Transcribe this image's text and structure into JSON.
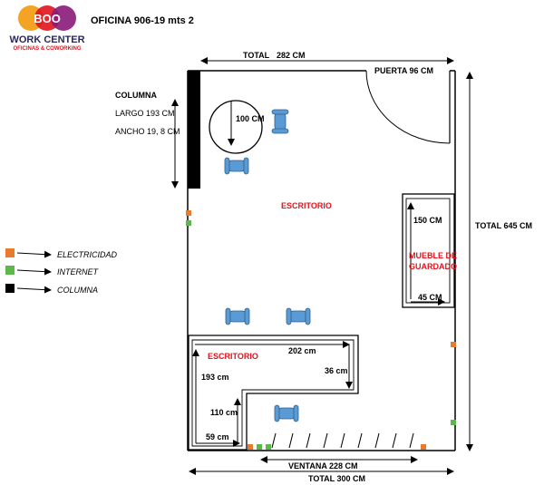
{
  "header": {
    "logo_text": "BOO",
    "brand_name": "WORK CENTER",
    "brand_tagline": "OFICINAS & COWORKING",
    "title": "OFICINA 906-19 mts 2"
  },
  "dimensions": {
    "total_top": "TOTAL",
    "total_top_value": "282 CM",
    "puerta": "PUERTA 96 CM",
    "total_right": "TOTAL 645 CM",
    "ventana": "VENTANA 228 CM",
    "total_bottom": "TOTAL 300 CM"
  },
  "columna": {
    "title": "COLUMNA",
    "largo": "LARGO 193 CM",
    "ancho": "ANCHO 19, 8 CM"
  },
  "table": {
    "diameter": "100 CM"
  },
  "rooms": {
    "escritorio_top": "ESCRITORIO",
    "escritorio_bottom": "ESCRITORIO"
  },
  "mueble": {
    "label_line1": "MUEBLE DE",
    "label_line2": "GUARDADO",
    "height": "150 CM",
    "width": "45 CM"
  },
  "desk": {
    "length_top": "202 cm",
    "depth_right": "36 cm",
    "length_left": "193 cm",
    "height_inner": "110 cm",
    "width_bottom": "59 cm"
  },
  "legend": {
    "items": [
      {
        "label": "ELECTRICIDAD",
        "color": "#e87b2e"
      },
      {
        "label": "INTERNET",
        "color": "#5cb84a"
      },
      {
        "label": "COLUMNA",
        "color": "#000000"
      }
    ]
  },
  "colors": {
    "electricity": "#e87b2e",
    "internet": "#5cb84a",
    "chair": "#5b9bd5",
    "label_red": "#e0141e"
  }
}
